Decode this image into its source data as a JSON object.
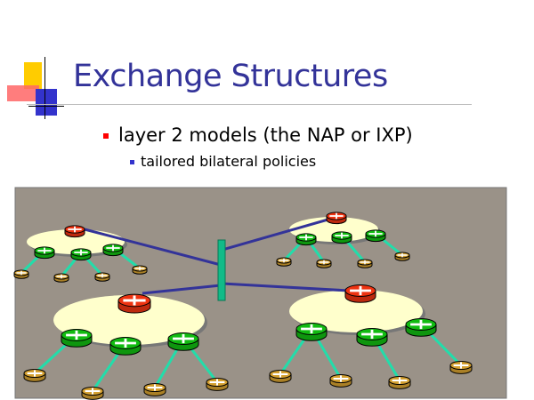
{
  "slide": {
    "title": "Exchange Structures",
    "bullets": [
      {
        "text": "layer 2 models (the NAP or IXP)",
        "level": 1,
        "children": [
          {
            "text": "tailored bilateral policies",
            "level": 2
          }
        ]
      }
    ]
  },
  "colors": {
    "title": "#333399",
    "background_panel": "#9a9288",
    "cloud": "#ffffcc",
    "border_router": "#ee3311",
    "core_router": "#11bb11",
    "edge_router": "#d4a030",
    "link": "#333399",
    "access_link": "#22ddaa",
    "exchange": "#11bb88"
  }
}
